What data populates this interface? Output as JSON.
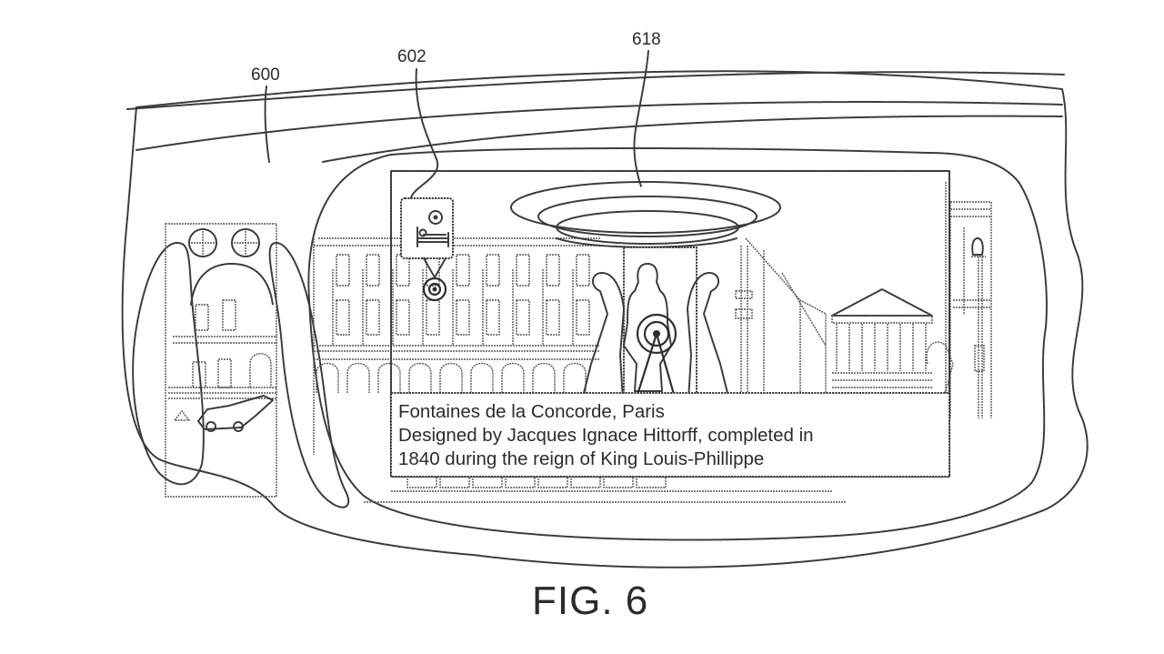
{
  "figure": {
    "caption": "FIG. 6",
    "reference_numerals": {
      "device": "600",
      "poi_icon": "602",
      "landmark": "618"
    },
    "info_box": {
      "title": "Fontaines de la Concorde, Paris",
      "line2": "Designed by Jacques Ignace Hittorff, completed in",
      "line3": "1840 during the reign of King Louis-Phillippe"
    },
    "poi_icon_type": "bed-icon",
    "colors": {
      "line": "#3a3a3a",
      "background": "#ffffff"
    }
  }
}
